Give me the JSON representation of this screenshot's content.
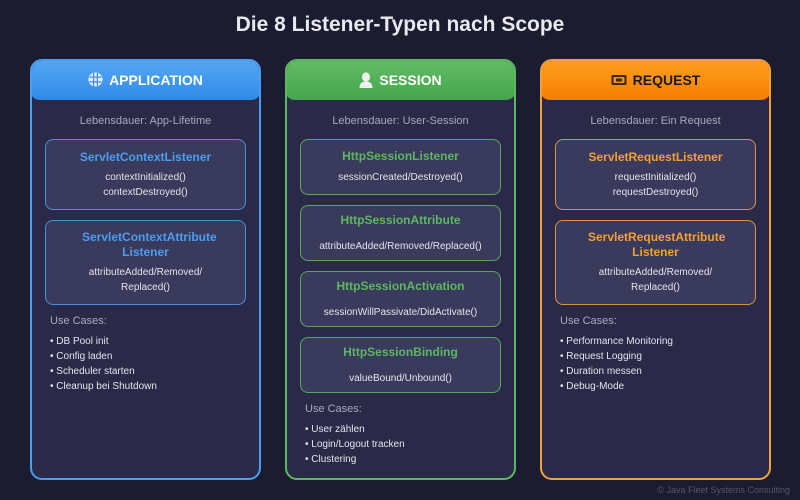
{
  "title": "Die 8 Listener-Typen nach Scope",
  "columns": [
    {
      "key": "application",
      "icon": "globe-icon",
      "header": "APPLICATION",
      "lifetime": "Lebensdauer: App-Lifetime",
      "accent": "#4a9ef0",
      "listeners": [
        {
          "name": "ServletContextListener",
          "methods": [
            "contextInitialized()",
            "contextDestroyed()"
          ]
        },
        {
          "name": "ServletContextAttribute Listener",
          "methods": [
            "attributeAdded/Removed/",
            "Replaced()"
          ]
        }
      ],
      "use_cases_title": "Use Cases:",
      "use_cases": [
        "• DB Pool init",
        "• Config laden",
        "• Scheduler starten",
        "• Cleanup bei Shutdown"
      ]
    },
    {
      "key": "session",
      "icon": "user-icon",
      "header": "SESSION",
      "lifetime": "Lebensdauer: User-Session",
      "accent": "#5cb860",
      "listeners": [
        {
          "name": "HttpSessionListener",
          "methods": [
            "sessionCreated/Destroyed()"
          ]
        },
        {
          "name": "HttpSessionAttribute",
          "methods": [
            "attributeAdded/Removed/Replaced()"
          ]
        },
        {
          "name": "HttpSessionActivation",
          "methods": [
            "sessionWillPassivate/DidActivate()"
          ]
        },
        {
          "name": "HttpSessionBinding",
          "methods": [
            "valueBound/Unbound()"
          ]
        }
      ],
      "use_cases_title": "Use Cases:",
      "use_cases": [
        "• User zählen",
        "• Login/Logout tracken",
        "• Clustering"
      ]
    },
    {
      "key": "request",
      "icon": "ticket-icon",
      "header": "REQUEST",
      "lifetime": "Lebensdauer: Ein Request",
      "accent": "#f0a040",
      "listeners": [
        {
          "name": "ServletRequestListener",
          "methods": [
            "requestInitialized()",
            "requestDestroyed()"
          ]
        },
        {
          "name": "ServletRequestAttribute Listener",
          "methods": [
            "attributeAdded/Removed/",
            "Replaced()"
          ]
        }
      ],
      "use_cases_title": "Use Cases:",
      "use_cases": [
        "• Performance Monitoring",
        "• Request Logging",
        "• Duration messen",
        "• Debug-Mode"
      ]
    }
  ],
  "footer": "© Java Fleet Systems Consulting"
}
